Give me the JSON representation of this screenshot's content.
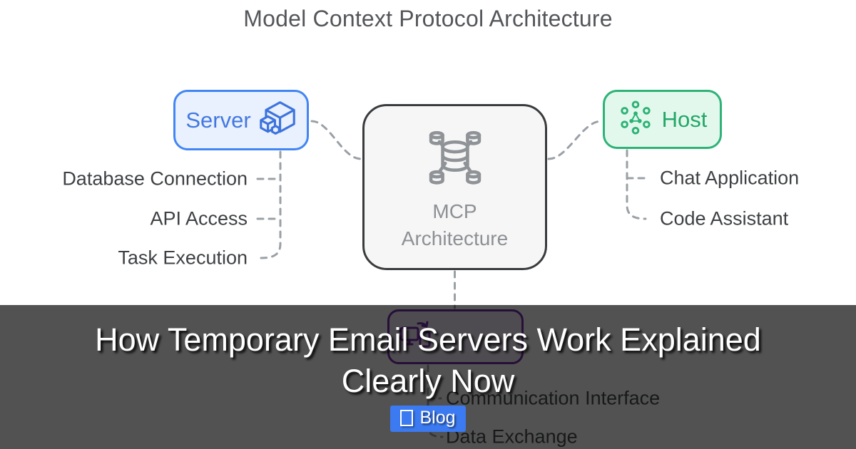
{
  "title": "Model Context Protocol Architecture",
  "accent_colors": {
    "server_blue": "#4285f4",
    "host_green": "#2eb277",
    "mcp_border_gray": "#3a3b3d",
    "comm_purple": "#6b21a8",
    "connector_gray": "#9aa0a6",
    "button_blue": "#3b7af0",
    "overlay_dark": "rgba(8,8,8,0.70)"
  },
  "nodes": {
    "server": {
      "label": "Server",
      "icon": "package-cube-icon"
    },
    "mcp": {
      "line1": "MCP",
      "line2": "Architecture",
      "icon": "database-network-icon"
    },
    "host": {
      "label": "Host",
      "icon": "network-nodes-icon"
    },
    "comm": {
      "icon": "device-sync-icon"
    }
  },
  "server_items": [
    "Database Connection",
    "API Access",
    "Task Execution"
  ],
  "host_items": [
    "Chat Application",
    "Code Assistant"
  ],
  "comm_items": [
    "Communication Interface",
    "Data Exchange"
  ],
  "overlay": {
    "headline_line1": "How Temporary Email Servers Work Explained",
    "headline_line2": "Clearly Now",
    "blog_button": {
      "label": "Blog",
      "glyph_icon": "missing-glyph-box"
    }
  }
}
